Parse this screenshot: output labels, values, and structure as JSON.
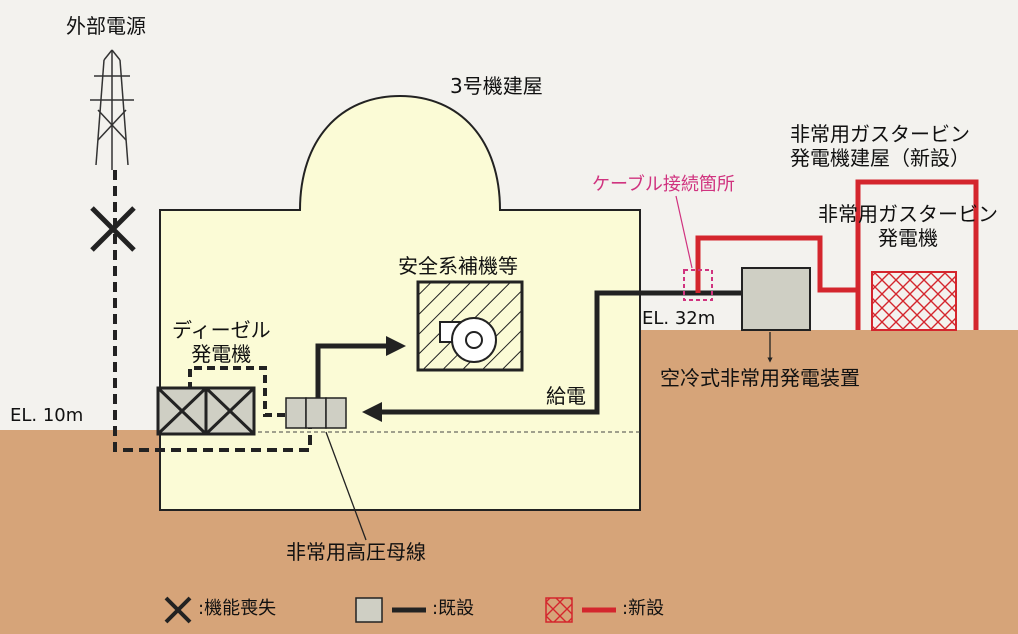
{
  "labels": {
    "external_power": "外部電源",
    "unit3_building": "3号機建屋",
    "gt_building_1": "非常用ガスタービン",
    "gt_building_2": "発電機建屋（新設）",
    "gt_generator_1": "非常用ガスタービン",
    "gt_generator_2": "発電機",
    "cable_connection": "ケーブル接続箇所",
    "safety_aux": "安全系補機等",
    "diesel_1": "ディーゼル",
    "diesel_2": "発電機",
    "el_32": "EL. 32m",
    "el_10": "EL. 10m",
    "air_cooled": "空冷式非常用発電装置",
    "power_supply": "給電",
    "hv_bus": "非常用高圧母線"
  },
  "legend": {
    "loss": ":機能喪失",
    "existing": ":既設",
    "new": ":新設"
  },
  "colors": {
    "sky": "#f3f2ee",
    "building": "#fbfbd6",
    "ground": "#d6a479",
    "existing": "#222222",
    "new": "#d4262d",
    "cable": "#d0337f",
    "equipment_gray": "#cfcfc4"
  },
  "icons": {
    "loss": "x-mark-icon",
    "tower": "transmission-tower-icon",
    "pump": "pump-icon"
  }
}
